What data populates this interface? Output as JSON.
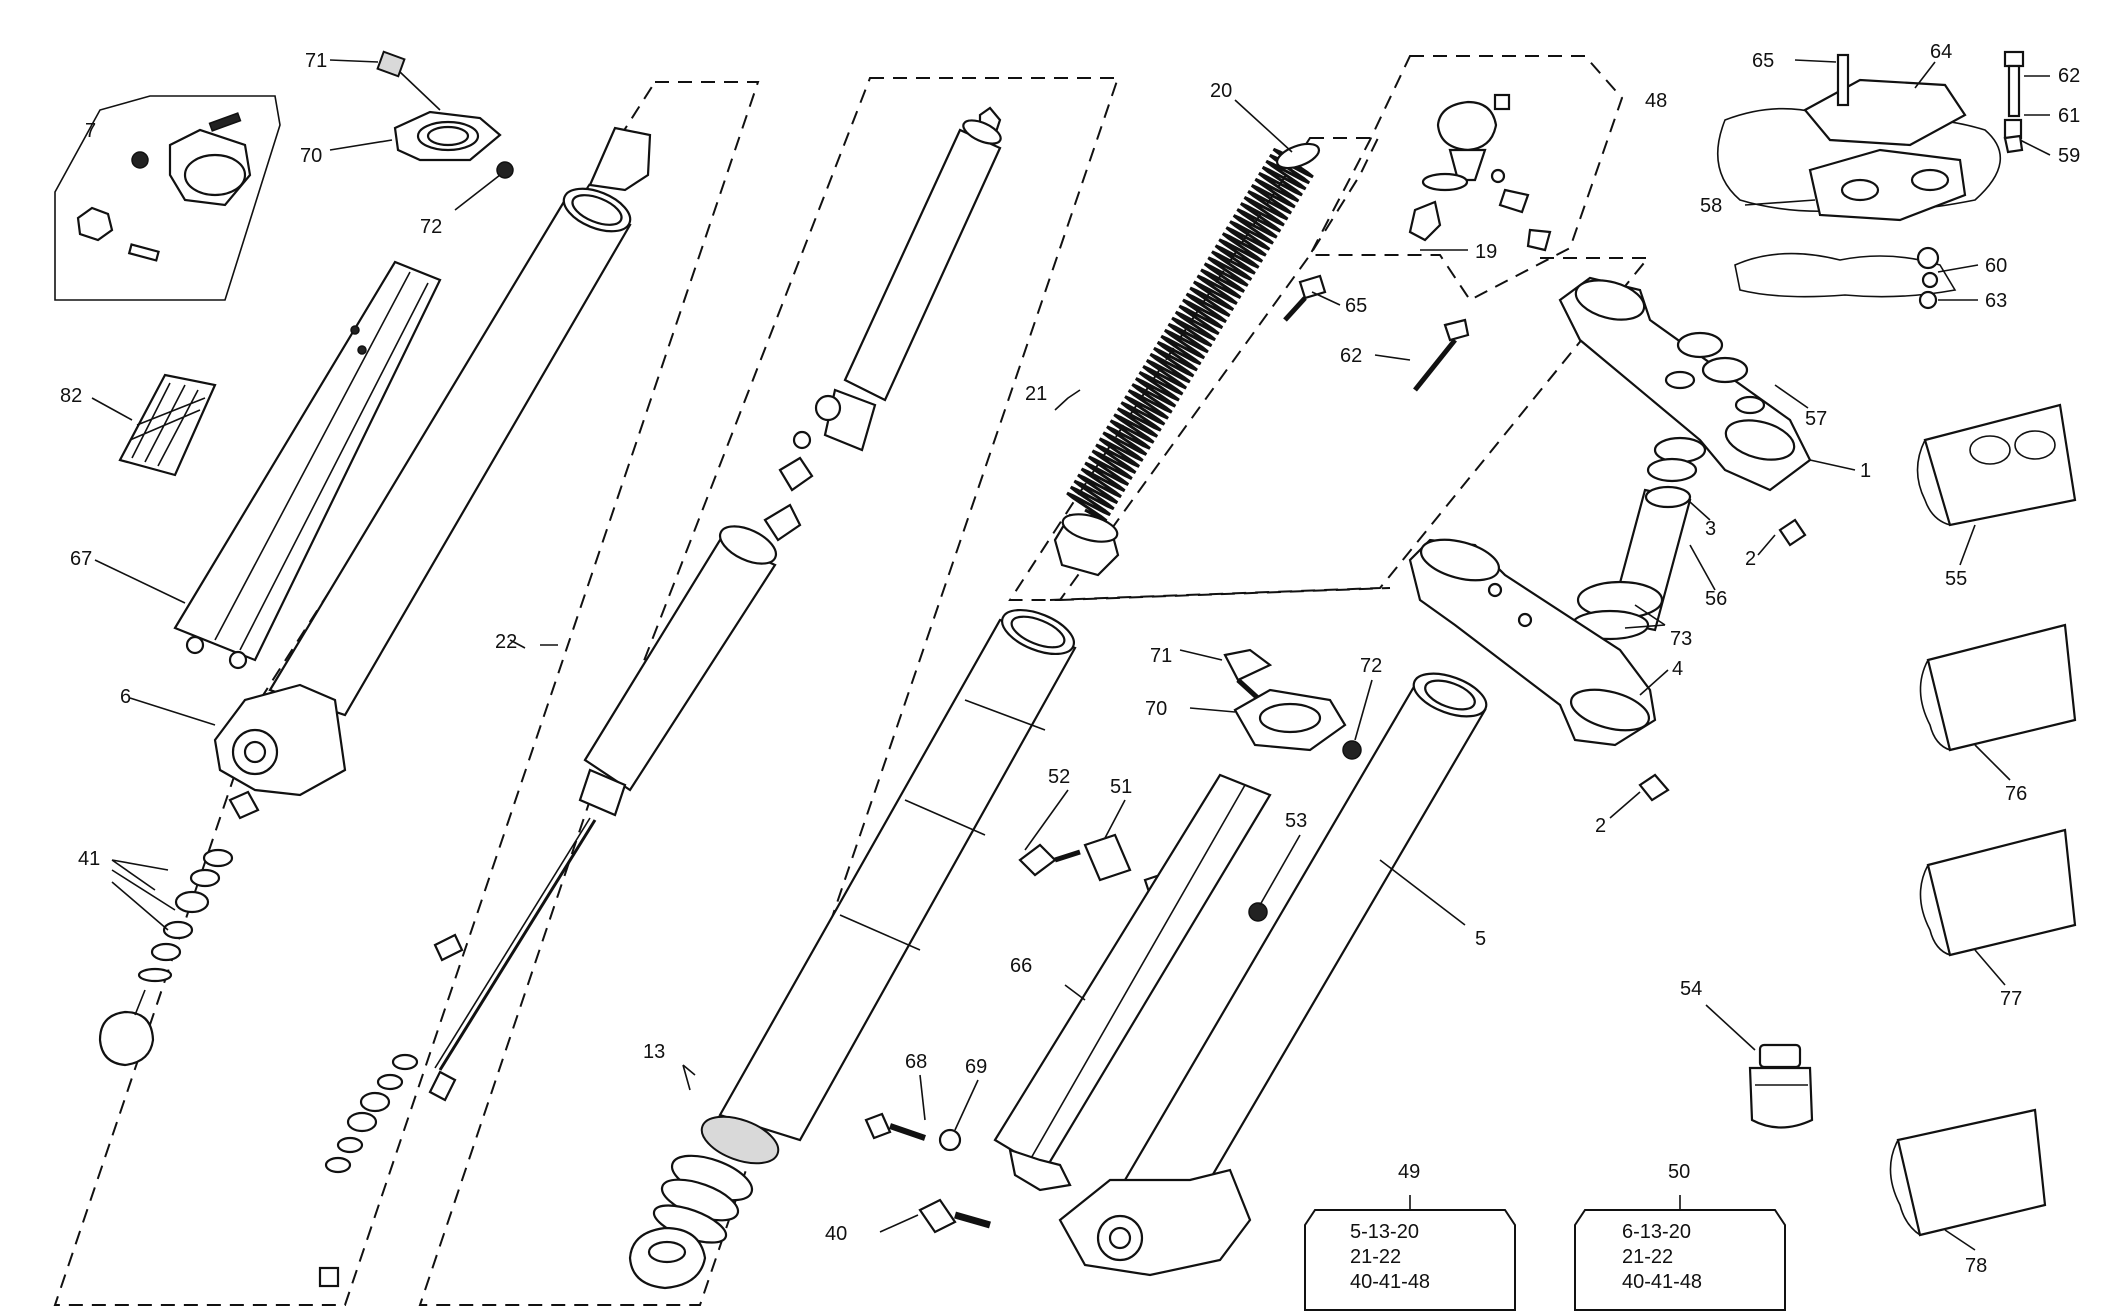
{
  "callouts": [
    {
      "id": "71a",
      "text": "71"
    },
    {
      "id": "7",
      "text": "7"
    },
    {
      "id": "70a",
      "text": "70"
    },
    {
      "id": "72a",
      "text": "72"
    },
    {
      "id": "82",
      "text": "82"
    },
    {
      "id": "67",
      "text": "67"
    },
    {
      "id": "6",
      "text": "6"
    },
    {
      "id": "41",
      "text": "41"
    },
    {
      "id": "22",
      "text": "22"
    },
    {
      "id": "20",
      "text": "20"
    },
    {
      "id": "21",
      "text": "21"
    },
    {
      "id": "48",
      "text": "48"
    },
    {
      "id": "19",
      "text": "19"
    },
    {
      "id": "65a",
      "text": "65"
    },
    {
      "id": "62a",
      "text": "62"
    },
    {
      "id": "65b",
      "text": "65"
    },
    {
      "id": "64",
      "text": "64"
    },
    {
      "id": "62b",
      "text": "62"
    },
    {
      "id": "61",
      "text": "61"
    },
    {
      "id": "59",
      "text": "59"
    },
    {
      "id": "58",
      "text": "58"
    },
    {
      "id": "60",
      "text": "60"
    },
    {
      "id": "63",
      "text": "63"
    },
    {
      "id": "57",
      "text": "57"
    },
    {
      "id": "1",
      "text": "1"
    },
    {
      "id": "3",
      "text": "3"
    },
    {
      "id": "2a",
      "text": "2"
    },
    {
      "id": "56",
      "text": "56"
    },
    {
      "id": "73",
      "text": "73"
    },
    {
      "id": "4",
      "text": "4"
    },
    {
      "id": "2b",
      "text": "2"
    },
    {
      "id": "55",
      "text": "55"
    },
    {
      "id": "76",
      "text": "76"
    },
    {
      "id": "77",
      "text": "77"
    },
    {
      "id": "78",
      "text": "78"
    },
    {
      "id": "71b",
      "text": "71"
    },
    {
      "id": "72b",
      "text": "72"
    },
    {
      "id": "70b",
      "text": "70"
    },
    {
      "id": "52",
      "text": "52"
    },
    {
      "id": "51",
      "text": "51"
    },
    {
      "id": "53",
      "text": "53"
    },
    {
      "id": "5",
      "text": "5"
    },
    {
      "id": "66",
      "text": "66"
    },
    {
      "id": "13",
      "text": "13"
    },
    {
      "id": "68",
      "text": "68"
    },
    {
      "id": "69",
      "text": "69"
    },
    {
      "id": "40",
      "text": "40"
    },
    {
      "id": "54",
      "text": "54"
    }
  ],
  "kits": [
    {
      "number": "49",
      "lines": [
        "5-13-20",
        "21-22",
        "40-41-48"
      ]
    },
    {
      "number": "50",
      "lines": [
        "6-13-20",
        "21-22",
        "40-41-48"
      ]
    }
  ],
  "colors": {
    "ink": "#111111",
    "paper": "#ffffff",
    "shade": "#d9d9d9"
  }
}
